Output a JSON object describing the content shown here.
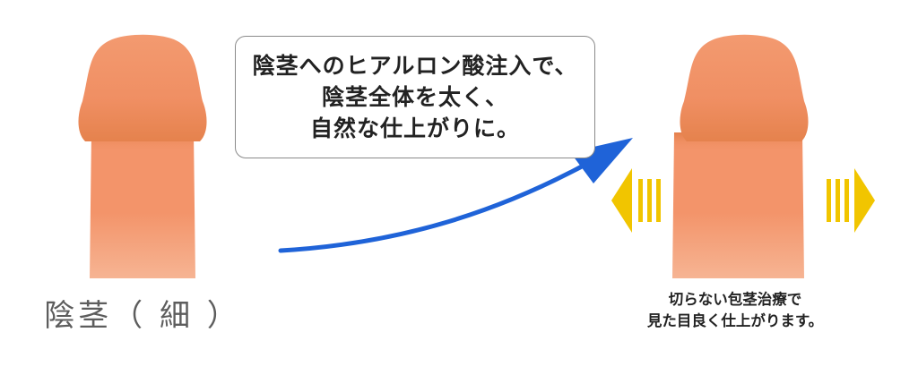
{
  "callout": {
    "lines": [
      "陰茎へのヒアルロン酸注入で、",
      "陰茎全体を太く、",
      "自然な仕上がりに。"
    ]
  },
  "left_label": "陰茎（ 細 ）",
  "right_caption": {
    "lines": [
      "切らない包茎治療で",
      "見た目良く仕上がります。"
    ]
  },
  "colors": {
    "skin_light": "#f6b493",
    "skin_mid": "#f3946a",
    "skin_dark": "#e5824d",
    "arrow_blue": "#1f63d8",
    "side_arrow_yellow": "#f1c500"
  }
}
